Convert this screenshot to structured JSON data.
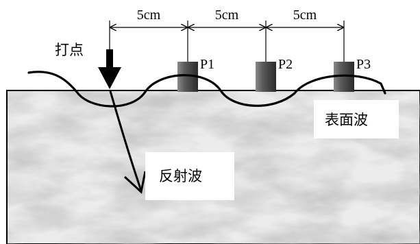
{
  "impact_point_label": "打点",
  "spacing_labels": [
    "5cm",
    "5cm",
    "5cm"
  ],
  "sensors": [
    {
      "label": "P1"
    },
    {
      "label": "P2"
    },
    {
      "label": "P3"
    }
  ],
  "surface_wave_label": "表面波",
  "reflected_wave_label": "反射波",
  "colors": {
    "line": "#000000",
    "sensor_dark": "#2b2b2b",
    "sensor_light": "#8a8a8a",
    "stone_base": "#e9e9e9"
  }
}
